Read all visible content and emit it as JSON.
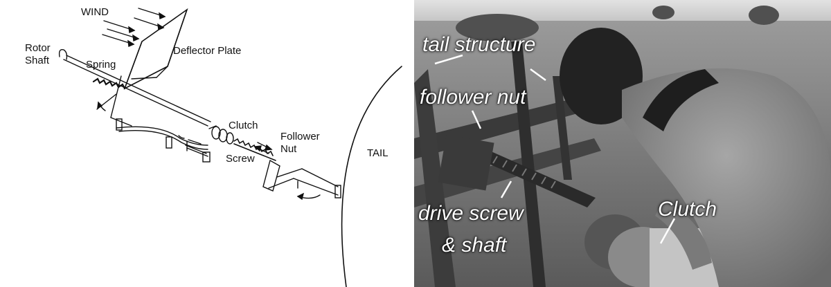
{
  "drawing": {
    "labels": {
      "wind": "WIND",
      "rotor_shaft_line1": "Rotor",
      "rotor_shaft_line2": "Shaft",
      "spring": "Spring",
      "deflector_plate": "Deflector Plate",
      "clutch": "Clutch",
      "follower_line1": "Follower",
      "follower_line2": "Nut",
      "screw": "Screw",
      "tail": "TAIL"
    }
  },
  "photo": {
    "labels": {
      "tail_structure": "tail structure",
      "follower_nut": "follower nut",
      "drive_screw_line1": "drive screw",
      "drive_screw_line2": "& shaft",
      "clutch": "Clutch"
    }
  },
  "colors": {
    "ink": "#111111",
    "photo_sky": "#d9d9d9",
    "photo_field": "#8a8a8a",
    "photo_metal": "#3a3a3a",
    "photo_label": "#ffffff"
  }
}
